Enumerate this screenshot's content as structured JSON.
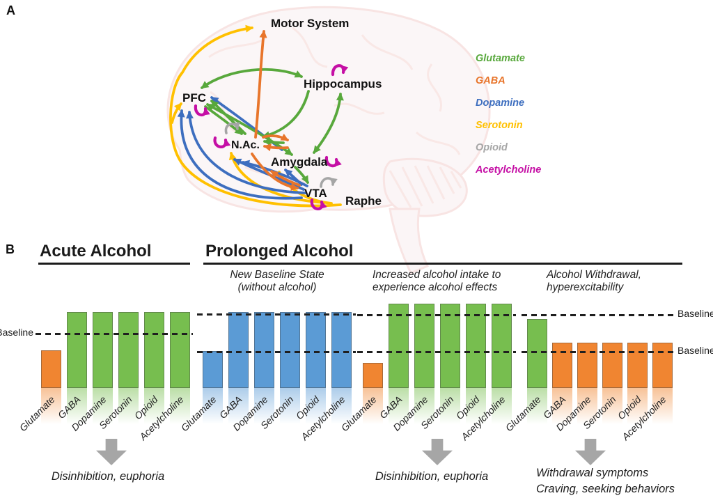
{
  "panel_a": {
    "label": "A",
    "regions": [
      {
        "label": "Motor System"
      },
      {
        "label": "PFC"
      },
      {
        "label": "Hippocampus"
      },
      {
        "label": "N.Ac."
      },
      {
        "label": "Amygdala"
      },
      {
        "label": "VTA"
      },
      {
        "label": "Raphe"
      }
    ],
    "legend": [
      {
        "label": "Glutamate",
        "color": "#58A83C"
      },
      {
        "label": "GABA",
        "color": "#E8752B"
      },
      {
        "label": "Dopamine",
        "color": "#3D6EBF"
      },
      {
        "label": "Serotonin",
        "color": "#FFC000"
      },
      {
        "label": "Opioid",
        "color": "#A6A6A6"
      },
      {
        "label": "Acetylcholine",
        "color": "#C50FA5"
      }
    ],
    "pathways": [
      {
        "from": "PFC",
        "to": "Hippocampus",
        "neurotransmitter": "Glutamate",
        "bidirectional": true
      },
      {
        "from": "PFC",
        "to": "Amygdala",
        "neurotransmitter": "Glutamate",
        "bidirectional": true
      },
      {
        "from": "PFC",
        "to": "N.Ac.",
        "neurotransmitter": "Glutamate",
        "bidirectional": true
      },
      {
        "from": "Hippocampus",
        "to": "N.Ac.",
        "neurotransmitter": "Glutamate",
        "bidirectional": false
      },
      {
        "from": "Hippocampus",
        "to": "Amygdala",
        "neurotransmitter": "Glutamate",
        "bidirectional": true
      },
      {
        "from": "Amygdala",
        "to": "VTA",
        "neurotransmitter": "Glutamate",
        "bidirectional": false
      },
      {
        "from": "Amygdala",
        "to": "N.Ac.",
        "neurotransmitter": "Glutamate",
        "bidirectional": false
      },
      {
        "from": "N.Ac.",
        "to": "Motor System",
        "neurotransmitter": "GABA",
        "bidirectional": false
      },
      {
        "from": "N.Ac.",
        "to": "Amygdala",
        "neurotransmitter": "GABA",
        "bidirectional": true
      },
      {
        "from": "N.Ac.",
        "to": "VTA",
        "neurotransmitter": "GABA",
        "bidirectional": true
      },
      {
        "from": "VTA",
        "to": "PFC",
        "neurotransmitter": "Dopamine",
        "bidirectional": false
      },
      {
        "from": "VTA",
        "to": "N.Ac.",
        "neurotransmitter": "Dopamine",
        "bidirectional": false
      },
      {
        "from": "VTA",
        "to": "Amygdala",
        "neurotransmitter": "Dopamine",
        "bidirectional": false
      },
      {
        "from": "Amygdala",
        "to": "PFC",
        "neurotransmitter": "Dopamine",
        "bidirectional": false
      },
      {
        "from": "Raphe",
        "to": "Motor System",
        "neurotransmitter": "Serotonin",
        "bidirectional": false
      },
      {
        "from": "Raphe",
        "to": "PFC",
        "neurotransmitter": "Serotonin",
        "bidirectional": false
      },
      {
        "from": "Raphe",
        "to": "N.Ac.",
        "neurotransmitter": "Serotonin",
        "bidirectional": false
      },
      {
        "from": "Raphe",
        "to": "Amygdala",
        "neurotransmitter": "Serotonin",
        "bidirectional": false
      },
      {
        "self": "N.Ac.",
        "neurotransmitter": "Opioid"
      },
      {
        "self": "VTA",
        "neurotransmitter": "Opioid"
      },
      {
        "self": "PFC",
        "neurotransmitter": "Acetylcholine"
      },
      {
        "self": "N.Ac.",
        "neurotransmitter": "Acetylcholine"
      },
      {
        "self": "Hippocampus",
        "neurotransmitter": "Acetylcholine"
      },
      {
        "self": "Amygdala",
        "neurotransmitter": "Acetylcholine"
      },
      {
        "self": "VTA",
        "neurotransmitter": "Acetylcholine"
      }
    ]
  },
  "panel_b": {
    "label": "B",
    "headers": [
      {
        "label": "Acute Alcohol"
      },
      {
        "label": "Prolonged Alcohol"
      }
    ]
  },
  "chart_data": [
    {
      "type": "bar",
      "title": "Acute Alcohol",
      "subtitle_lines": [],
      "categories": [
        "Glutamate",
        "GABA",
        "Dopamine",
        "Serotonin",
        "Opioid",
        "Acetylcholine"
      ],
      "series": [
        {
          "name": "neurotransmitter level",
          "values": [
            54,
            109,
            109,
            109,
            109,
            109
          ]
        }
      ],
      "bar_colors": [
        "#F08531",
        "#77BE4F",
        "#77BE4F",
        "#77BE4F",
        "#77BE4F",
        "#77BE4F"
      ],
      "ylim": [
        0,
        125
      ],
      "baselines": [
        {
          "offset": 79,
          "label": "Baseline",
          "label_side": "left"
        }
      ],
      "annotation_lines": [
        "Disinhibition, euphoria"
      ],
      "has_down_arrow": true
    },
    {
      "type": "bar",
      "title": "Prolonged Alcohol",
      "subtitle_lines": [
        "New Baseline State",
        "(without alcohol)"
      ],
      "categories": [
        "Glutamate",
        "GABA",
        "Dopamine",
        "Serotonin",
        "Opioid",
        "Acetylcholine"
      ],
      "series": [
        {
          "name": "neurotransmitter level",
          "values": [
            53,
            109,
            109,
            109,
            109,
            109
          ]
        }
      ],
      "bar_colors": [
        "#5B9BD5",
        "#5B9BD5",
        "#5B9BD5",
        "#5B9BD5",
        "#5B9BD5",
        "#5B9BD5"
      ],
      "ylim": [
        0,
        125
      ],
      "baselines": [
        {
          "offset": 107,
          "label": "",
          "label_side": "none"
        },
        {
          "offset": 53,
          "label": "",
          "label_side": "none"
        }
      ],
      "annotation_lines": [],
      "has_down_arrow": false
    },
    {
      "type": "bar",
      "title": "Prolonged Alcohol",
      "subtitle_lines": [
        "Increased alcohol intake to",
        "experience alcohol effects"
      ],
      "categories": [
        "Glutamate",
        "GABA",
        "Dopamine",
        "Serotonin",
        "Opioid",
        "Acetylcholine"
      ],
      "series": [
        {
          "name": "neurotransmitter level",
          "values": [
            36,
            121,
            121,
            121,
            121,
            121
          ]
        }
      ],
      "bar_colors": [
        "#F08531",
        "#77BE4F",
        "#77BE4F",
        "#77BE4F",
        "#77BE4F",
        "#77BE4F"
      ],
      "ylim": [
        0,
        125
      ],
      "baselines": [
        {
          "offset": 106,
          "label": "",
          "label_side": "none"
        },
        {
          "offset": 53,
          "label": "",
          "label_side": "none"
        }
      ],
      "annotation_lines": [
        "Disinhibition, euphoria"
      ],
      "has_down_arrow": true
    },
    {
      "type": "bar",
      "title": "Prolonged Alcohol",
      "subtitle_lines": [
        "Alcohol Withdrawal,",
        "hyperexcitability"
      ],
      "categories": [
        "Glutamate",
        "GABA",
        "Dopamine",
        "Serotonin",
        "Opioid",
        "Acetylcholine"
      ],
      "series": [
        {
          "name": "neurotransmitter level",
          "values": [
            99,
            65,
            65,
            65,
            65,
            65
          ]
        }
      ],
      "bar_colors": [
        "#77BE4F",
        "#F08531",
        "#F08531",
        "#F08531",
        "#F08531",
        "#F08531"
      ],
      "ylim": [
        0,
        125
      ],
      "baselines": [
        {
          "offset": 106,
          "label": "Baseline",
          "label_side": "right"
        },
        {
          "offset": 53,
          "label": "Baseline",
          "label_side": "right"
        }
      ],
      "annotation_lines": [
        "Withdrawal symptoms",
        "Craving, seeking behaviors"
      ],
      "has_down_arrow": true
    }
  ]
}
